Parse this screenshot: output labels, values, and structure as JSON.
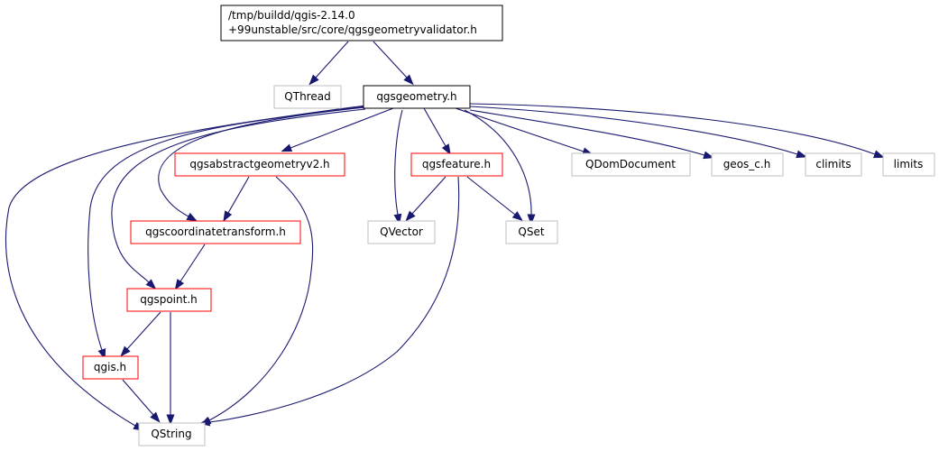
{
  "colors": {
    "edge": "#191970",
    "root_fill": "#bfbfbf",
    "root_border": "#000000",
    "main_border": "#000000",
    "documented_border": "#ff0000",
    "external_border": "#bfbfbf",
    "text": "#000000"
  },
  "nodes": {
    "root": {
      "lines": [
        "/tmp/buildd/qgis-2.14.0",
        "+99unstable/src/core/qgsgeometryvalidator.h"
      ],
      "kind": "root"
    },
    "qthread": {
      "label": "QThread",
      "kind": "external"
    },
    "qgsgeometry": {
      "label": "qgsgeometry.h",
      "kind": "main"
    },
    "qgsabstractgeometryv2": {
      "label": "qgsabstractgeometryv2.h",
      "kind": "documented"
    },
    "qgsfeature": {
      "label": "qgsfeature.h",
      "kind": "documented"
    },
    "qdomdocument": {
      "label": "QDomDocument",
      "kind": "external"
    },
    "geos_c": {
      "label": "geos_c.h",
      "kind": "external"
    },
    "climits": {
      "label": "climits",
      "kind": "external"
    },
    "limits": {
      "label": "limits",
      "kind": "external"
    },
    "qgscoordinatetransform": {
      "label": "qgscoordinatetransform.h",
      "kind": "documented"
    },
    "qvector": {
      "label": "QVector",
      "kind": "external"
    },
    "qset": {
      "label": "QSet",
      "kind": "external"
    },
    "qgspoint": {
      "label": "qgspoint.h",
      "kind": "documented"
    },
    "qgis": {
      "label": "qgis.h",
      "kind": "documented"
    },
    "qstring": {
      "label": "QString",
      "kind": "external"
    }
  },
  "edges": [
    [
      "root",
      "qthread"
    ],
    [
      "root",
      "qgsgeometry"
    ],
    [
      "qgsgeometry",
      "qgsabstractgeometryv2"
    ],
    [
      "qgsgeometry",
      "qgsfeature"
    ],
    [
      "qgsgeometry",
      "qdomdocument"
    ],
    [
      "qgsgeometry",
      "geos_c"
    ],
    [
      "qgsgeometry",
      "climits"
    ],
    [
      "qgsgeometry",
      "limits"
    ],
    [
      "qgsgeometry",
      "qvector"
    ],
    [
      "qgsgeometry",
      "qset"
    ],
    [
      "qgsgeometry",
      "qgscoordinatetransform"
    ],
    [
      "qgsgeometry",
      "qgspoint"
    ],
    [
      "qgsgeometry",
      "qgis"
    ],
    [
      "qgsgeometry",
      "qstring"
    ],
    [
      "qgsabstractgeometryv2",
      "qgscoordinatetransform"
    ],
    [
      "qgsabstractgeometryv2",
      "qstring"
    ],
    [
      "qgscoordinatetransform",
      "qgspoint"
    ],
    [
      "qgsfeature",
      "qvector"
    ],
    [
      "qgsfeature",
      "qset"
    ],
    [
      "qgsfeature",
      "qstring"
    ],
    [
      "qgspoint",
      "qgis"
    ],
    [
      "qgspoint",
      "qstring"
    ],
    [
      "qgis",
      "qstring"
    ]
  ]
}
